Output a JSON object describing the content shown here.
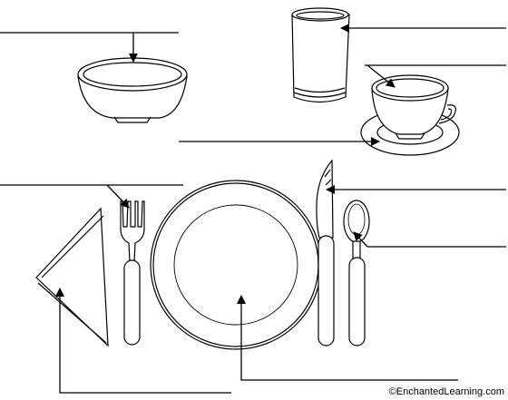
{
  "diagram": {
    "copyright": "©EnchantedLearning.com",
    "objects": [
      {
        "name": "bowl",
        "icon": "bowl-icon"
      },
      {
        "name": "glass",
        "icon": "glass-icon"
      },
      {
        "name": "cup",
        "icon": "cup-icon"
      },
      {
        "name": "saucer",
        "icon": "saucer-icon"
      },
      {
        "name": "napkin",
        "icon": "napkin-icon"
      },
      {
        "name": "fork",
        "icon": "fork-icon"
      },
      {
        "name": "plate",
        "icon": "plate-icon"
      },
      {
        "name": "knife",
        "icon": "knife-icon"
      },
      {
        "name": "spoon",
        "icon": "spoon-icon"
      }
    ],
    "label_blanks": 9,
    "colors": {
      "line": "#000000",
      "background": "#ffffff"
    }
  }
}
